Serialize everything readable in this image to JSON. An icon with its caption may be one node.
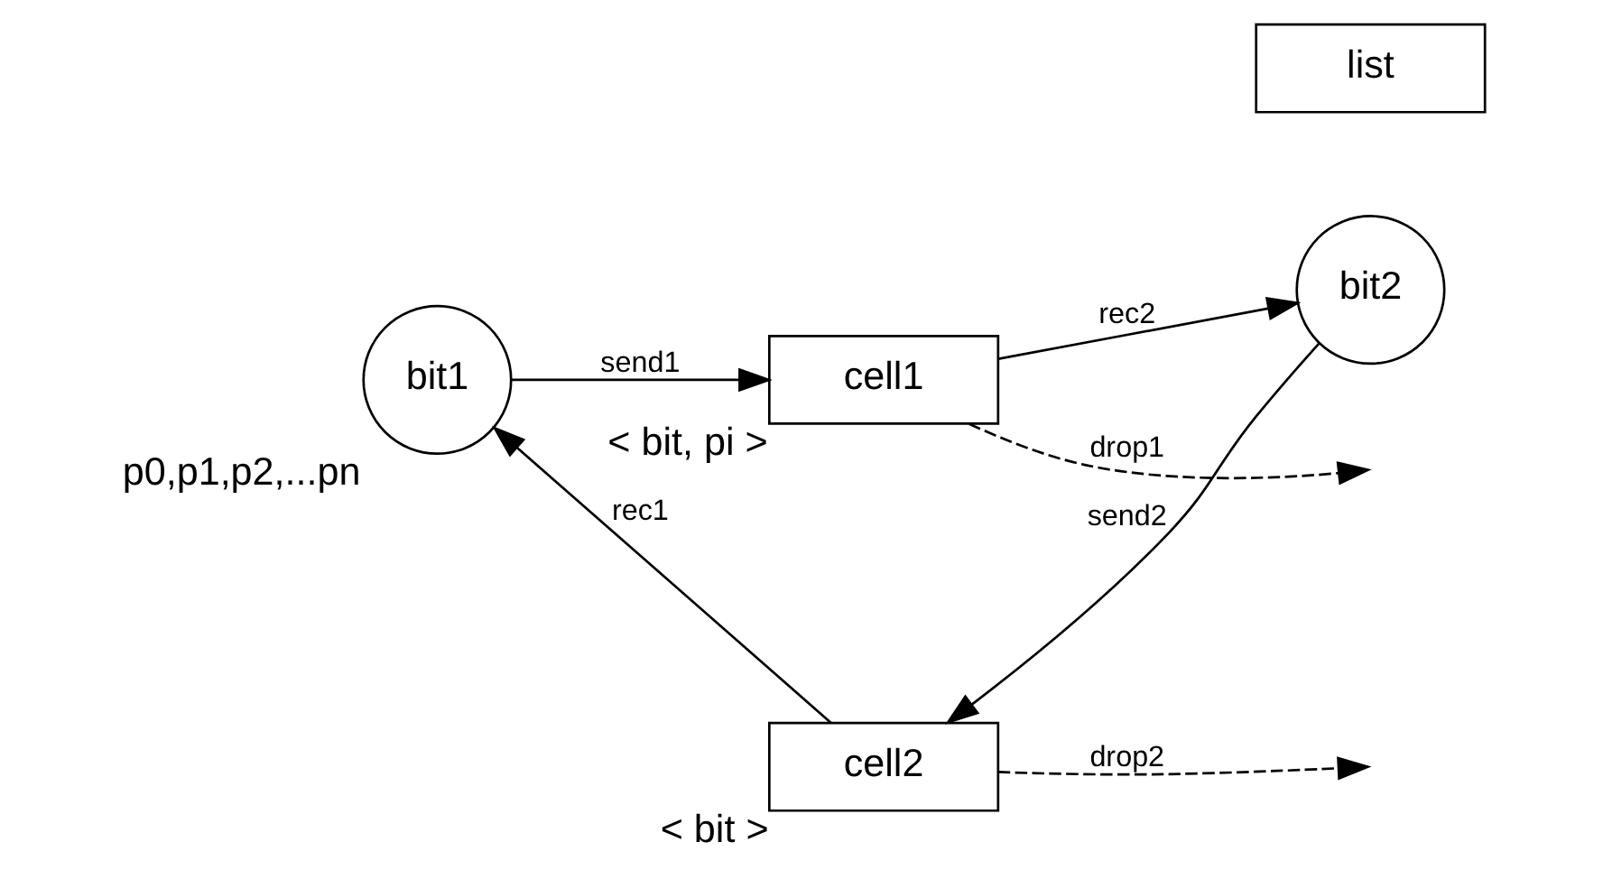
{
  "diagram": {
    "nodes": [
      {
        "text": [
          "bit1"
        ],
        "beside": [
          "p0,p1,p2,...pn"
        ]
      },
      {
        "text": [
          "cell1"
        ],
        "beside": [
          "< bit, pi >"
        ]
      },
      {
        "text": [
          "bit2"
        ]
      },
      {
        "text": [
          "list"
        ]
      },
      {
        "text": [
          "cell2"
        ],
        "beside": [
          "< bit >"
        ]
      }
    ],
    "edges": [
      {
        "from": 0,
        "to": 1,
        "arrow": "to",
        "label": "send1"
      },
      {
        "from": 1,
        "to": null,
        "arrow": "to",
        "label": "drop1",
        "style": "dashed"
      },
      {
        "from": 1,
        "to": 2,
        "arrow": "to",
        "label": "rec2"
      },
      {
        "from": 2,
        "to": 4,
        "arrow": "to",
        "label": "send2"
      },
      {
        "from": 4,
        "to": 0,
        "arrow": "to",
        "label": "rec1"
      },
      {
        "from": 4,
        "to": null,
        "arrow": "to",
        "label": "drop2",
        "style": "dashed"
      }
    ]
  }
}
